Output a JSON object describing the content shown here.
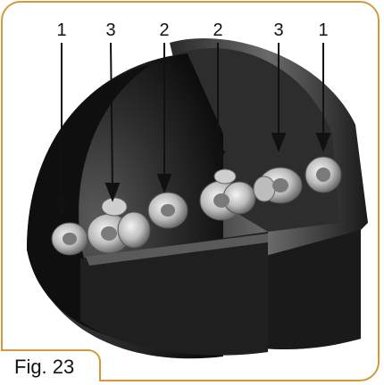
{
  "labels": [
    "1",
    "3",
    "2",
    "2",
    "3",
    "1"
  ],
  "caption": "Fig. 23",
  "colors": {
    "frame": "#d19a3a",
    "housing_dark": "#1c1c1c",
    "housing_mid": "#4a4a4a",
    "bearing_light": "#d8d8d8",
    "arrow": "#111111"
  }
}
